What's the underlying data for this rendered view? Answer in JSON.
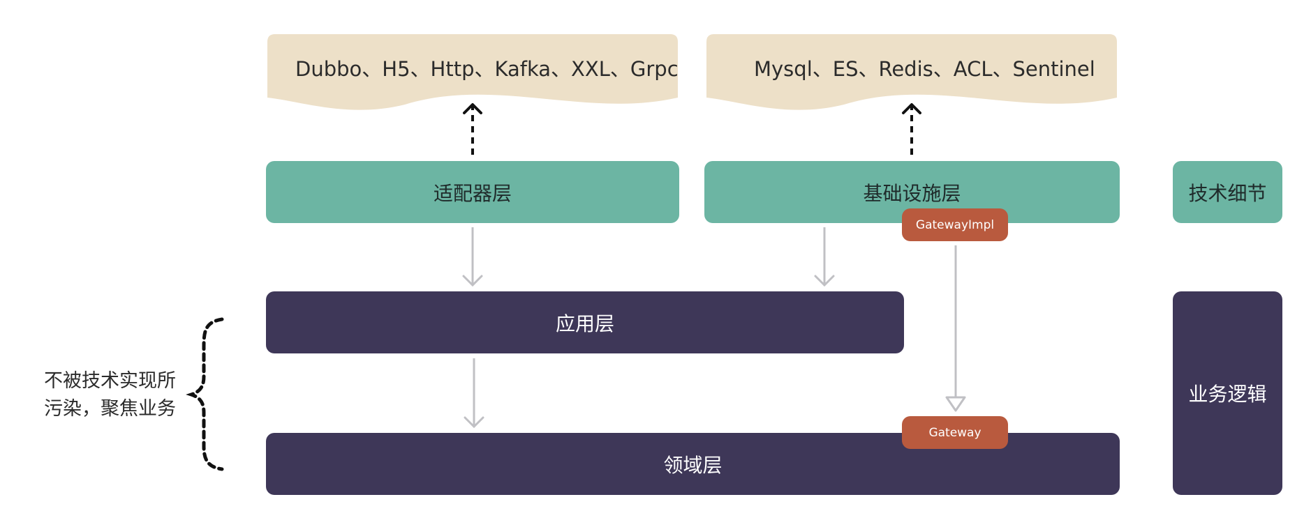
{
  "top": {
    "adapter_tech": "Dubbo、H5、Http、Kafka、XXL、Grpc",
    "infra_tech": "Mysql、ES、Redis、ACL、Sentinel"
  },
  "layers": {
    "adapter": "适配器层",
    "infrastructure": "基础设施层",
    "application": "应用层",
    "domain": "领域层"
  },
  "tags": {
    "gateway_impl": "GatewayImpl",
    "gateway": "Gateway"
  },
  "legend": {
    "technical": "技术细节",
    "business": "业务逻辑"
  },
  "note": {
    "line1": "不被技术实现所",
    "line2": "污染，聚焦业务"
  },
  "colors": {
    "banner": "#ede0c8",
    "green": "#6cb5a3",
    "navy": "#3e3758",
    "tag": "#b95a3e",
    "arrow": "#c0c0c4"
  }
}
